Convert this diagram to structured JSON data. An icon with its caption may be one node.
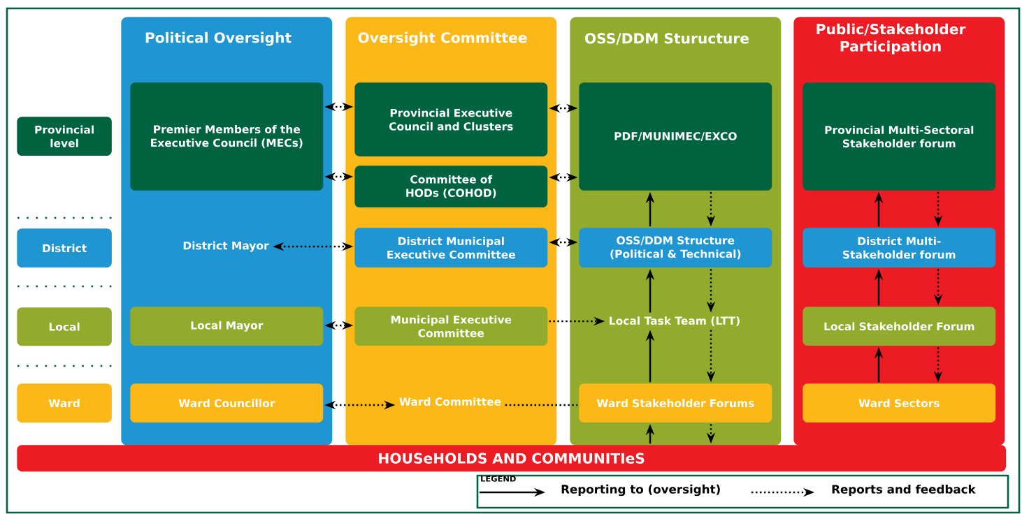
{
  "diagram": {
    "nodes": [
      {
        "text": [
          "Political Oversight"
        ]
      },
      {
        "text": [
          "Oversight Committee"
        ]
      },
      {
        "text": [
          "OSS/DDM Sturucture"
        ]
      },
      {
        "text": [
          "Public/Stakeholder Participation"
        ]
      },
      {
        "text": [
          "Provincial level"
        ]
      },
      {
        "text": [
          "District"
        ]
      },
      {
        "text": [
          "Local"
        ]
      },
      {
        "text": [
          "Ward"
        ]
      },
      {
        "text": [
          "Premier Members of the Executive Council (MECs)"
        ],
        "in": 0
      },
      {
        "text": [
          "District Mayor"
        ],
        "in": 0
      },
      {
        "text": [
          "Local Mayor"
        ],
        "in": 0
      },
      {
        "text": [
          "Ward Councillor"
        ],
        "in": 0
      },
      {
        "text": [
          "Provincial Executive Council and Clusters"
        ],
        "in": 1
      },
      {
        "text": [
          "Committee of HODs (COHOD)"
        ],
        "in": 1
      },
      {
        "text": [
          "District Municipal Executive Committee"
        ],
        "in": 1
      },
      {
        "text": [
          "Municipal Executive Committee"
        ],
        "in": 1
      },
      {
        "text": [
          "Ward Committee"
        ],
        "in": 1
      },
      {
        "text": [
          "PDF/MUNIMEC/EXCO"
        ],
        "in": 2
      },
      {
        "text": [
          "OSS/DDM Structure (Political & Technical)"
        ],
        "in": 2
      },
      {
        "text": [
          "Local Task Team (LTT)"
        ],
        "in": 2
      },
      {
        "text": [
          "Ward Stakeholder Forums"
        ],
        "in": 2
      },
      {
        "text": [
          "Provincial Multi-Sectoral Stakeholder forum"
        ],
        "in": 3
      },
      {
        "text": [
          "District Multi-Stakeholder forum"
        ],
        "in": 3
      },
      {
        "text": [
          "Local Stakeholder Forum"
        ],
        "in": 3
      },
      {
        "text": [
          "Ward Sectors"
        ],
        "in": 3
      },
      {
        "text": [
          "HOUSeHOLDS AND COMMUNITIeS"
        ]
      }
    ],
    "edges": [
      {
        "from": 8,
        "to": 12,
        "arrow": "both",
        "style": "dashed"
      },
      {
        "from": 8,
        "to": 13,
        "arrow": "both",
        "style": "dashed"
      },
      {
        "from": 12,
        "to": 17,
        "arrow": "both",
        "style": "dashed"
      },
      {
        "from": 13,
        "to": 17,
        "arrow": "both",
        "style": "dashed"
      },
      {
        "from": 9,
        "to": 14,
        "arrow": "both",
        "style": "dashed"
      },
      {
        "from": 14,
        "to": 18,
        "arrow": "both",
        "style": "dashed"
      },
      {
        "from": 10,
        "to": 15,
        "arrow": "both",
        "style": "dashed"
      },
      {
        "from": 15,
        "to": 19,
        "arrow": "to",
        "style": "dashed"
      },
      {
        "from": 11,
        "to": 16,
        "arrow": "both",
        "style": "dashed"
      },
      {
        "from": 16,
        "to": 20,
        "arrow": "none",
        "style": "dashed"
      },
      {
        "from": 18,
        "to": 17,
        "arrow": "to"
      },
      {
        "from": 19,
        "to": 18,
        "arrow": "to"
      },
      {
        "from": 20,
        "to": 19,
        "arrow": "to"
      },
      {
        "from": 25,
        "to": 20,
        "arrow": "to"
      },
      {
        "from": 22,
        "to": 21,
        "arrow": "to"
      },
      {
        "from": 23,
        "to": 22,
        "arrow": "to"
      },
      {
        "from": 24,
        "to": 23,
        "arrow": "to"
      },
      {
        "from": 17,
        "to": 18,
        "arrow": "to",
        "style": "dashed"
      },
      {
        "from": 18,
        "to": 19,
        "arrow": "to",
        "style": "dashed"
      },
      {
        "from": 19,
        "to": 20,
        "arrow": "to",
        "style": "dashed"
      },
      {
        "from": 20,
        "to": 25,
        "arrow": "to",
        "style": "dashed"
      },
      {
        "from": 21,
        "to": 22,
        "arrow": "to",
        "style": "dashed"
      },
      {
        "from": 22,
        "to": 23,
        "arrow": "to",
        "style": "dashed"
      },
      {
        "from": 23,
        "to": 24,
        "arrow": "to",
        "style": "dashed"
      }
    ],
    "labels": [
      "LEGEND"
    ],
    "legend": [
      {
        "text": "Reporting to (oversight)"
      },
      {
        "text": "Reports and feedback"
      }
    ]
  }
}
